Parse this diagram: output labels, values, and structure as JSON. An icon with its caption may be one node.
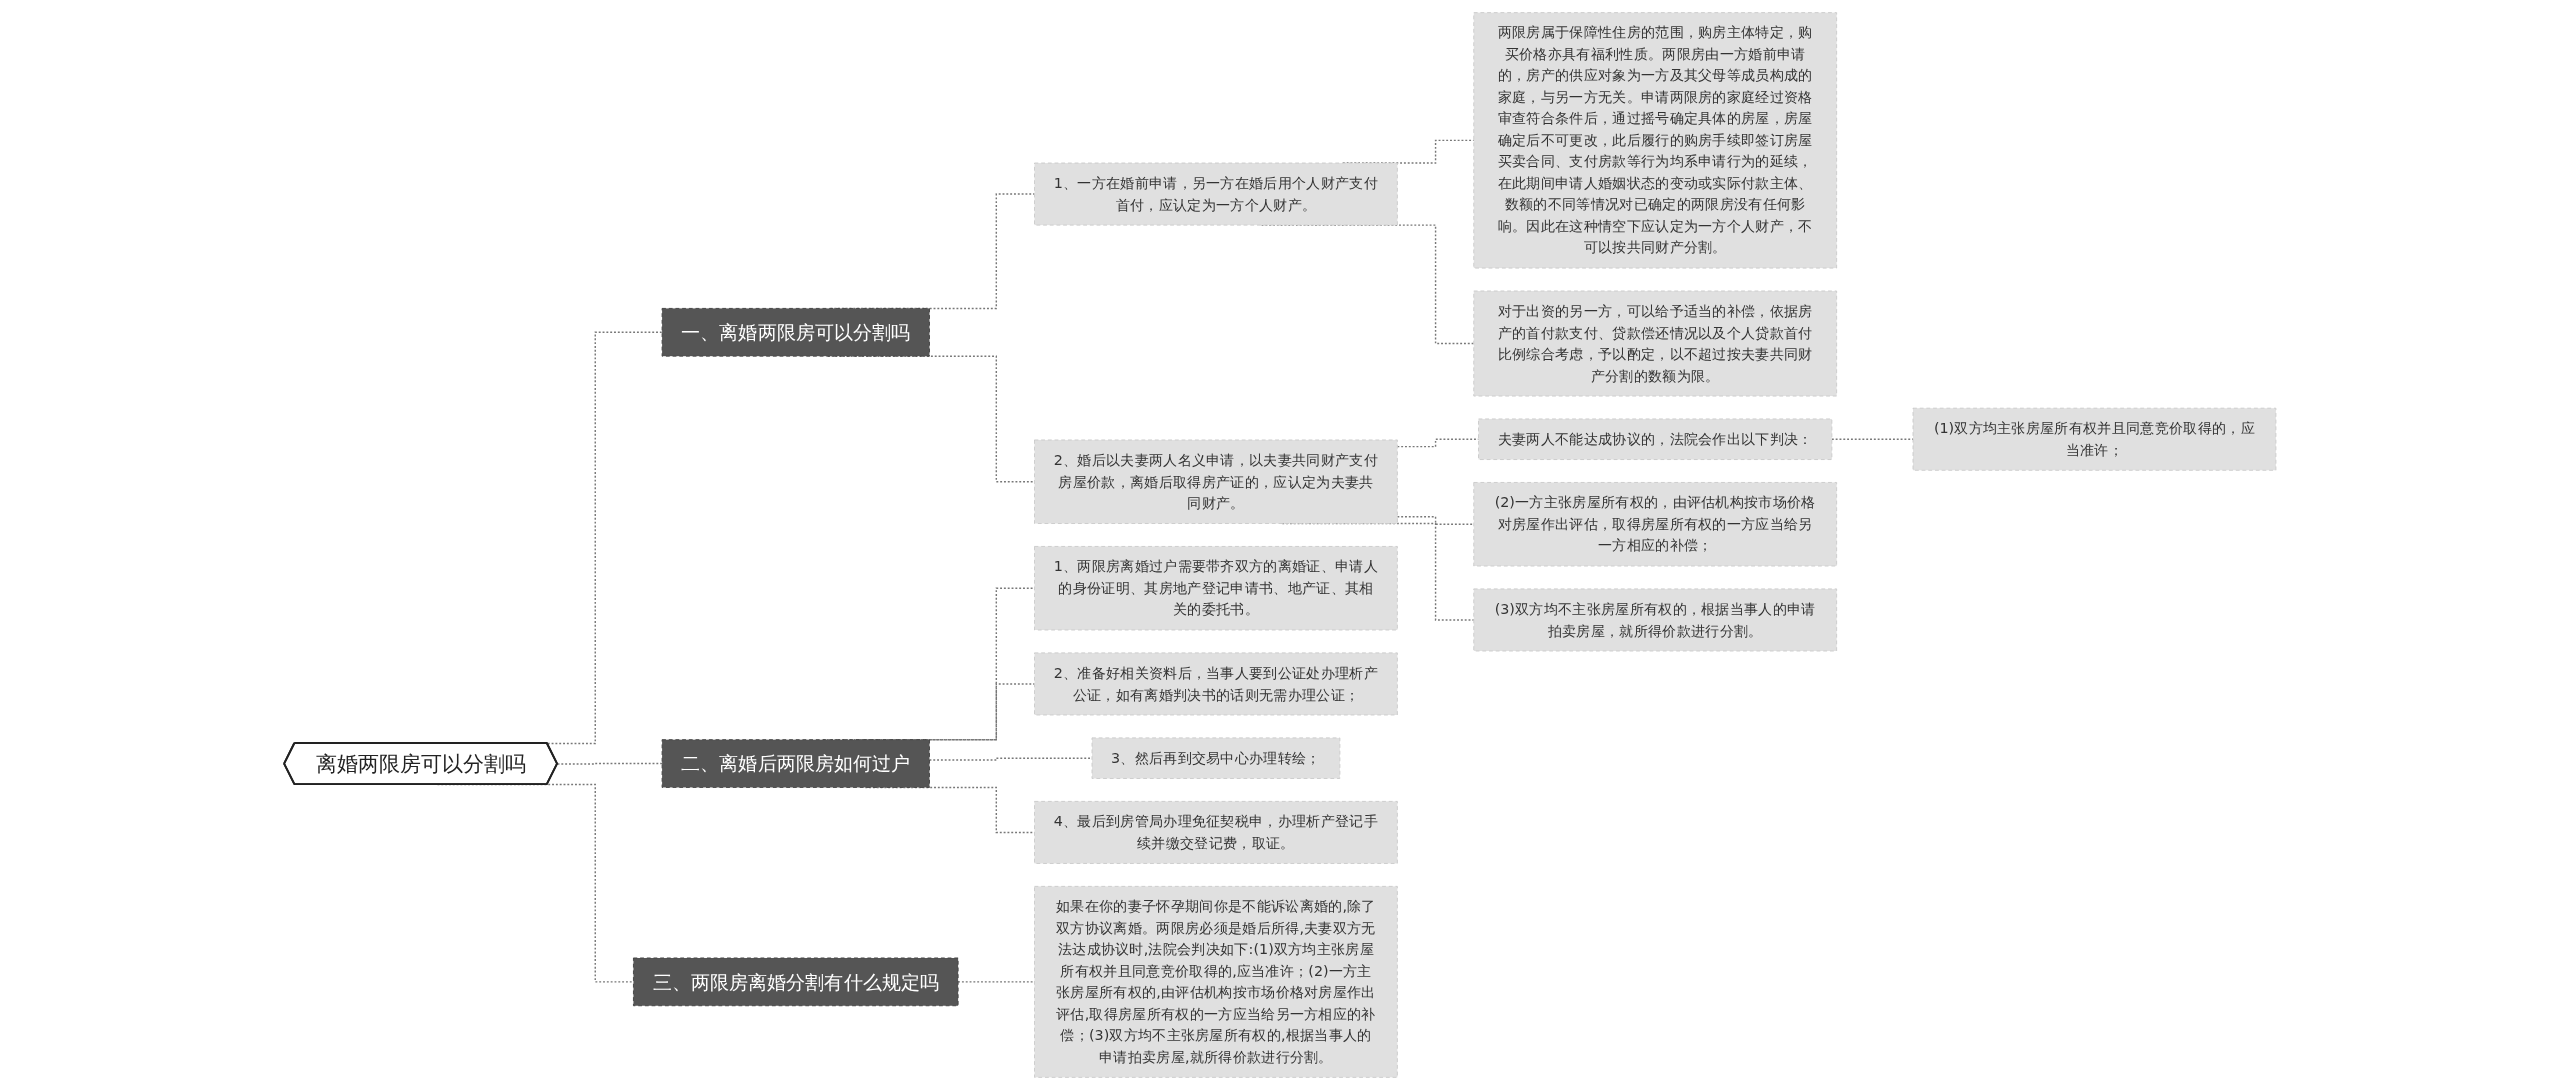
{
  "diagram": {
    "nodes": [
      {
        "text": [
          "离婚两限房可以分割吗"
        ]
      },
      {
        "text": [
          "一、离婚两限房可以分割吗"
        ]
      },
      {
        "text": [
          "1、一方在婚前申请，另一方在婚后用个人财产支付首付，应认定为一方个人财产。"
        ]
      },
      {
        "text": [
          "两限房属于保障性住房的范围，购房主体特定，购买价格亦具有福利性质。两限房由一方婚前申请的，房产的供应对象为一方及其父母等成员构成的家庭，与另一方无关。申请两限房的家庭经过资格审查符合条件后，通过摇号确定具体的房屋，房屋确定后不可更改，此后履行的购房手续即签订房屋买卖合同、支付房款等行为均系申请行为的延续，在此期间申请人婚姻状态的变动或实际付款主体、数额的不同等情况对已确定的两限房没有任何影响。因此在这种情空下应认定为一方个人财产，不可以按共同财产分割。"
        ]
      },
      {
        "text": [
          "对于出资的另一方，可以给予适当的补偿，依据房产的首付款支付、贷款偿还情况以及个人贷款首付比例综合考虑，予以酌定，以不超过按夫妻共同财产分割的数额为限。"
        ]
      },
      {
        "text": [
          "2、婚后以夫妻两人名义申请，以夫妻共同财产支付房屋价款，离婚后取得房产证的，应认定为夫妻共同财产。"
        ]
      },
      {
        "text": [
          "夫妻两人不能达成协议的，法院会作出以下判决："
        ]
      },
      {
        "text": [
          "(1)双方均主张房屋所有权并且同意竞价取得的，应当准许；"
        ]
      },
      {
        "text": [
          "(2)一方主张房屋所有权的，由评估机构按市场价格对房屋作出评估，取得房屋所有权的一方应当给另一方相应的补偿；"
        ]
      },
      {
        "text": [
          "(3)双方均不主张房屋所有权的，根据当事人的申请拍卖房屋，就所得价款进行分割。"
        ]
      },
      {
        "text": [
          "二、离婚后两限房如何过户"
        ]
      },
      {
        "text": [
          "1、两限房离婚过户需要带齐双方的离婚证、申请人的身份证明、其房地产登记申请书、地产证、其相关的委托书。"
        ]
      },
      {
        "text": [
          "2、准备好相关资料后，当事人要到公证处办理析产公证，如有离婚判决书的话则无需办理公证；"
        ]
      },
      {
        "text": [
          "3、然后再到交易中心办理转绘；"
        ]
      },
      {
        "text": [
          "4、最后到房管局办理免征契税申，办理析产登记手续并缴交登记费，取证。"
        ]
      },
      {
        "text": [
          "三、两限房离婚分割有什么规定吗"
        ]
      },
      {
        "text": [
          "如果在你的妻子怀孕期间你是不能诉讼离婚的,除了双方协议离婚。两限房必须是婚后所得,夫妻双方无法达成协议时,法院会判决如下:(1)双方均主张房屋所有权并且同意竞价取得的,应当准许；(2)一方主张房屋所有权的,由评估机构按市场价格对房屋作出评估,取得房屋所有权的一方应当给另一方相应的补偿；(3)双方均不主张房屋所有权的,根据当事人的申请拍卖房屋,就所得价款进行分割。"
        ]
      }
    ],
    "edges": [
      {
        "from": 0,
        "to": 1,
        "arrow": "none",
        "style": "dashed"
      },
      {
        "from": 1,
        "to": 2,
        "arrow": "none",
        "style": "dashed"
      },
      {
        "from": 2,
        "to": 3,
        "arrow": "none",
        "style": "dashed"
      },
      {
        "from": 2,
        "to": 4,
        "arrow": "none",
        "style": "dashed"
      },
      {
        "from": 1,
        "to": 5,
        "arrow": "none",
        "style": "dashed"
      },
      {
        "from": 5,
        "to": 6,
        "arrow": "none",
        "style": "dashed"
      },
      {
        "from": 6,
        "to": 7,
        "arrow": "none",
        "style": "dashed"
      },
      {
        "from": 5,
        "to": 8,
        "arrow": "none",
        "style": "dashed"
      },
      {
        "from": 5,
        "to": 9,
        "arrow": "none",
        "style": "dashed"
      },
      {
        "from": 0,
        "to": 10,
        "arrow": "none",
        "style": "dashed"
      },
      {
        "from": 10,
        "to": 11,
        "arrow": "none",
        "style": "dashed"
      },
      {
        "from": 10,
        "to": 12,
        "arrow": "none",
        "style": "dashed"
      },
      {
        "from": 10,
        "to": 13,
        "arrow": "none",
        "style": "dashed"
      },
      {
        "from": 10,
        "to": 14,
        "arrow": "none",
        "style": "dashed"
      },
      {
        "from": 0,
        "to": 15,
        "arrow": "none",
        "style": "dashed"
      },
      {
        "from": 15,
        "to": 16,
        "arrow": "none",
        "style": "dashed"
      }
    ]
  }
}
